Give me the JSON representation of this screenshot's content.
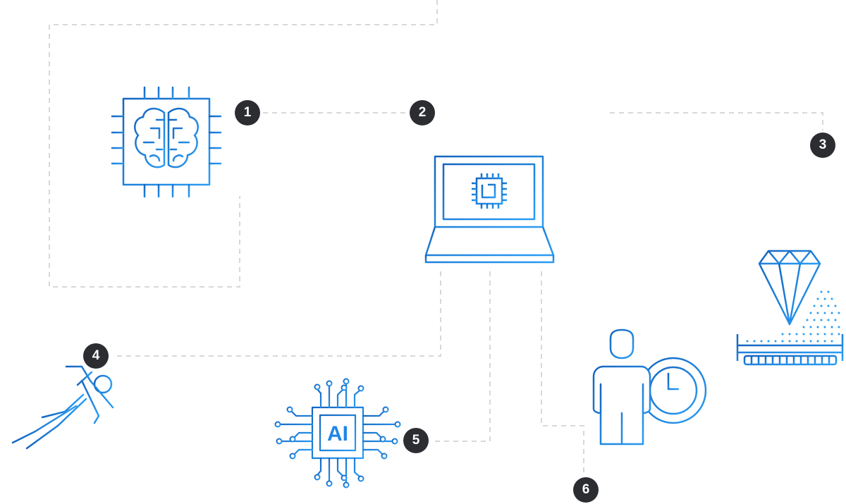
{
  "markers": [
    {
      "id": "1",
      "label": "1"
    },
    {
      "id": "2",
      "label": "2"
    },
    {
      "id": "3",
      "label": "3"
    },
    {
      "id": "4",
      "label": "4"
    },
    {
      "id": "5",
      "label": "5"
    },
    {
      "id": "6",
      "label": "6"
    }
  ],
  "icons": {
    "brain_chip": "brain-chip-icon",
    "laptop_cpu": "laptop-cpu-icon",
    "runner": "runner-icon",
    "ai_chip": "ai-chip-icon",
    "person_clock": "person-clock-icon",
    "gem_platform": "gem-platform-icon"
  },
  "ai_chip_text": "AI",
  "colors": {
    "icon_blue_dark": "#1565c0",
    "icon_blue_light": "#2a9df4",
    "badge_bg": "#2b2d31",
    "badge_text": "#ffffff",
    "connector": "#d9d9d9"
  }
}
